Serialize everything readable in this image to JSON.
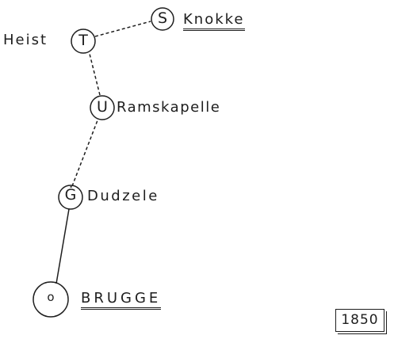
{
  "stations": {
    "knokke": {
      "letter": "S",
      "name": "Knokke"
    },
    "heist": {
      "letter": "T",
      "name": "Heist"
    },
    "ramskapelle": {
      "letter": "U",
      "name": "Ramskapelle"
    },
    "dudzele": {
      "letter": "Ġ",
      "name": "Dudzele"
    },
    "brugge": {
      "letter": "o",
      "name": "BRUGGE"
    }
  },
  "year": "1850",
  "colors": {
    "ink": "#1e1e1e",
    "paper": "#ffffff"
  }
}
